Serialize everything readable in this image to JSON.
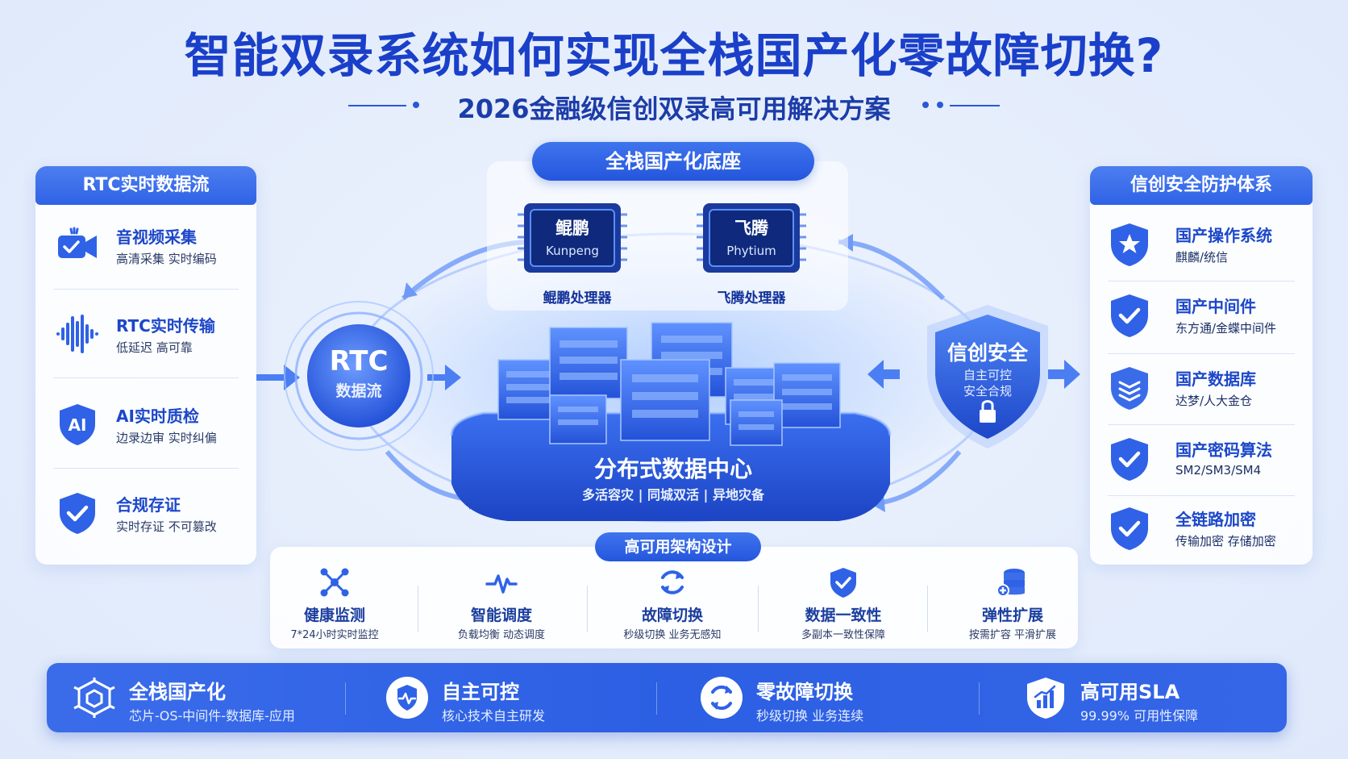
{
  "header": {
    "title": "智能双录系统如何实现全栈国产化零故障切换?",
    "subtitle": "2026金融级信创双录高可用解决方案"
  },
  "left_panel": {
    "title": "RTC实时数据流",
    "items": [
      {
        "title": "音视频采集",
        "desc": "高清采集   实时编码",
        "icon": "camera-icon"
      },
      {
        "title": "RTC实时传输",
        "desc": "低延迟   高可靠",
        "icon": "waveform-icon"
      },
      {
        "title": "AI实时质检",
        "desc": "边录边审   实时纠偏",
        "icon": "ai-shield-icon",
        "icon_text": "AI"
      },
      {
        "title": "合规存证",
        "desc": "实时存证   不可篡改",
        "icon": "check-shield-icon"
      }
    ]
  },
  "right_panel": {
    "title": "信创安全防护体系",
    "items": [
      {
        "title": "国产操作系统",
        "desc": "麒麟/统信",
        "icon": "star-shield-icon"
      },
      {
        "title": "国产中间件",
        "desc": "东方通/金蝶中间件",
        "icon": "check-shield-icon"
      },
      {
        "title": "国产数据库",
        "desc": "达梦/人大金仓",
        "icon": "layers-shield-icon"
      },
      {
        "title": "国产密码算法",
        "desc": "SM2/SM3/SM4",
        "icon": "check-shield-icon"
      },
      {
        "title": "全链路加密",
        "desc": "传输加密   存储加密",
        "icon": "check-shield-icon"
      }
    ]
  },
  "center": {
    "base_title": "全栈国产化底座",
    "chips": [
      {
        "name": "鲲鹏",
        "en": "Kunpeng",
        "label": "鲲鹏处理器"
      },
      {
        "name": "飞腾",
        "en": "Phytium",
        "label": "飞腾处理器"
      }
    ],
    "rtc": {
      "title": "RTC",
      "sub": "数据流"
    },
    "shield": {
      "title": "信创安全",
      "line1": "自主可控",
      "line2": "安全合规"
    },
    "datacenter": {
      "title": "分布式数据中心",
      "sub": "多活容灾 | 同城双活 | 异地灾备"
    }
  },
  "ha": {
    "title": "高可用架构设计",
    "items": [
      {
        "title": "健康监测",
        "desc": "7*24小时实时监控",
        "icon": "network-nodes-icon"
      },
      {
        "title": "智能调度",
        "desc": "负载均衡   动态调度",
        "icon": "pulse-icon"
      },
      {
        "title": "故障切换",
        "desc": "秒级切换   业务无感知",
        "icon": "refresh-icon"
      },
      {
        "title": "数据一致性",
        "desc": "多副本一致性保障",
        "icon": "check-shield-icon"
      },
      {
        "title": "弹性扩展",
        "desc": "按需扩容   平滑扩展",
        "icon": "database-stack-icon"
      }
    ]
  },
  "bottom": {
    "items": [
      {
        "title": "全栈国产化",
        "desc": "芯片-OS-中间件-数据库-应用",
        "icon": "cube-gear-icon"
      },
      {
        "title": "自主可控",
        "desc": "核心技术自主研发",
        "icon": "pulse-shield-icon"
      },
      {
        "title": "零故障切换",
        "desc": "秒级切换   业务连续",
        "icon": "refresh-icon"
      },
      {
        "title": "高可用SLA",
        "desc": "99.99%  可用性保障",
        "icon": "chart-shield-icon"
      }
    ]
  },
  "colors": {
    "primary": "#2f62e6",
    "title": "#1a3fc9",
    "deep": "#13319a"
  }
}
